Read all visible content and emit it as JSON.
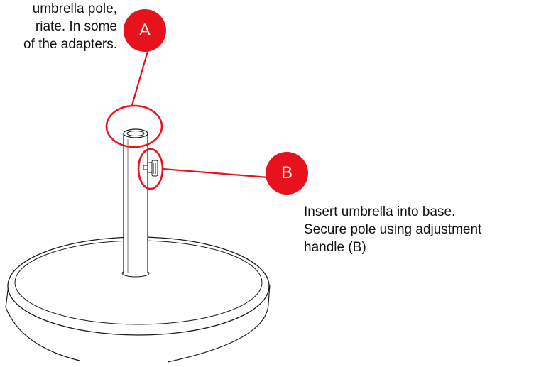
{
  "accent_color": "#e8121d",
  "line_color": "#1a1a1a",
  "callouts": {
    "a": {
      "letter": "A",
      "text_lines": [
        "umbrella pole,",
        "riate. In some",
        "of the adapters."
      ]
    },
    "b": {
      "letter": "B",
      "text_lines": [
        "Insert umbrella into base.",
        "Secure pole using adjustment",
        "handle (B)"
      ]
    }
  }
}
